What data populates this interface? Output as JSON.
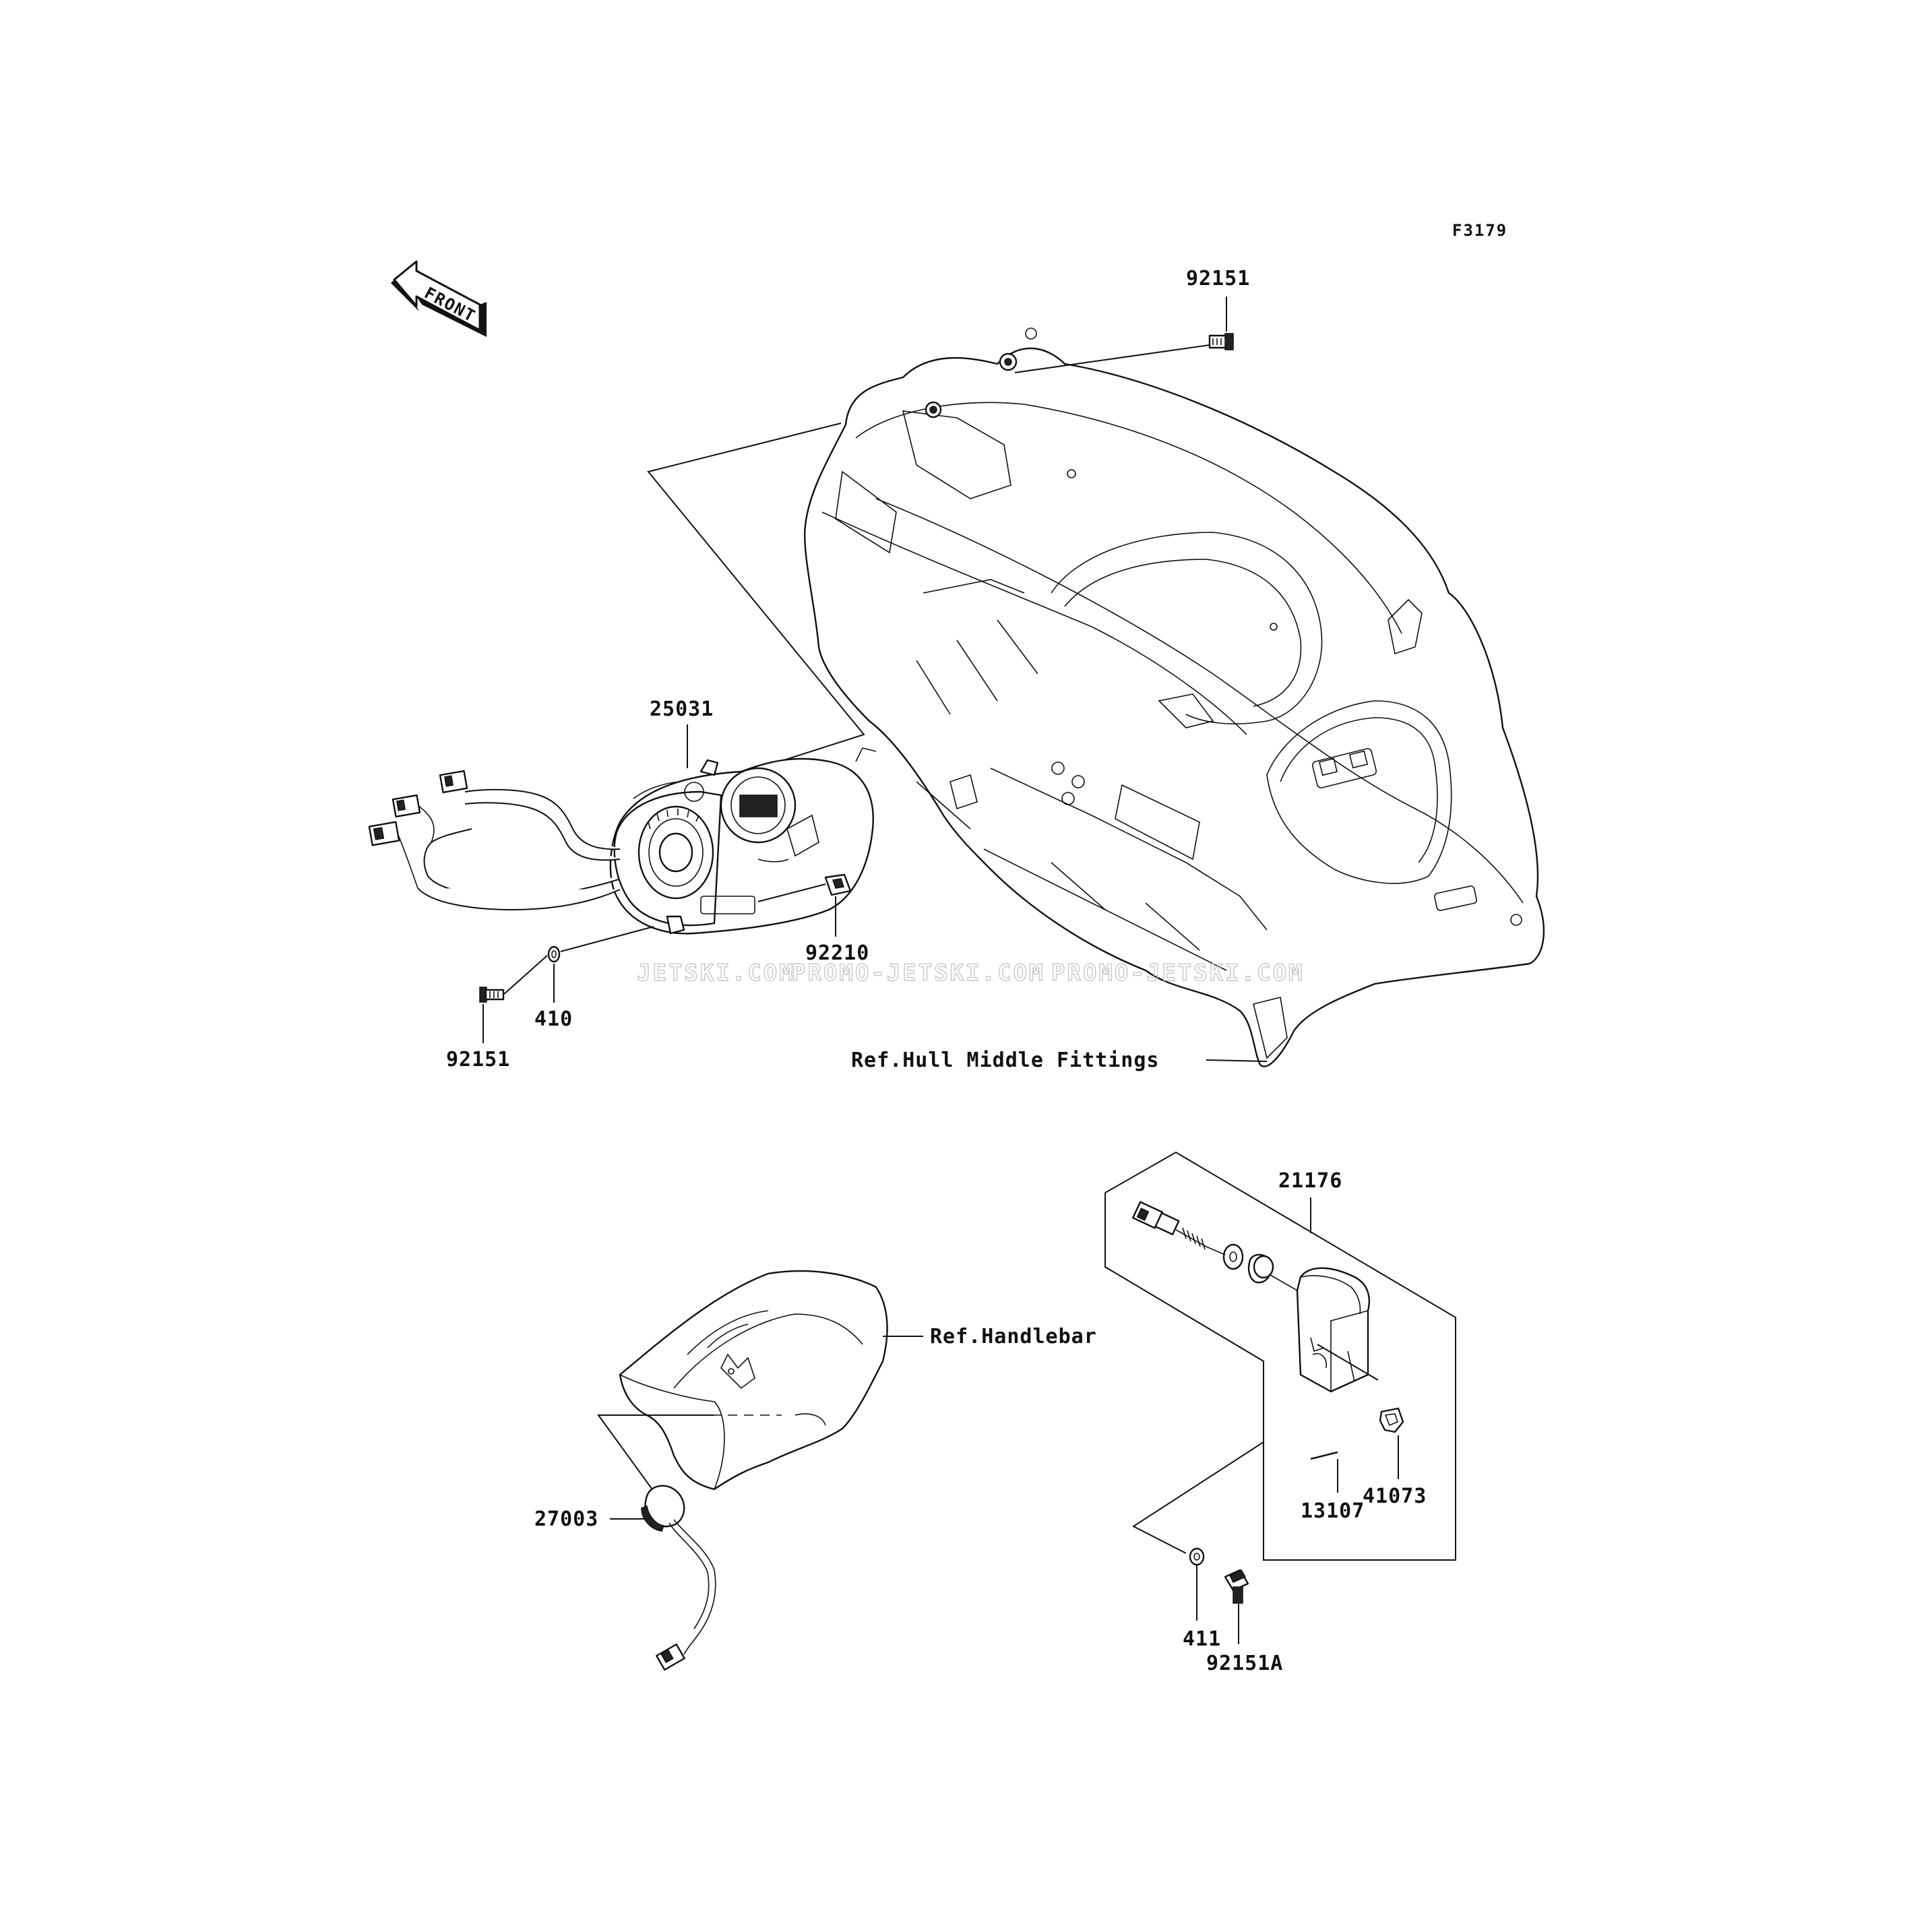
{
  "diagram": {
    "figure_code": "F3179",
    "front_arrow_label": "FRONT",
    "watermark": [
      "JETSKI.COM",
      "PROMO-JETSKI.COM",
      "PROMO-JETSKI.COM"
    ],
    "callouts": {
      "bolt_top": "92151",
      "meter": "25031",
      "holder": "92210",
      "bolt_left": "92151",
      "washer_left": "410",
      "hull_ref": "Ref.Hull Middle Fittings",
      "sensor_assy": "21176",
      "handlebar_ref": "Ref.Handlebar",
      "switch": "27003",
      "clip": "41073",
      "pin": "13107",
      "washer_bottom": "411",
      "bolt_bottom": "92151A"
    }
  }
}
